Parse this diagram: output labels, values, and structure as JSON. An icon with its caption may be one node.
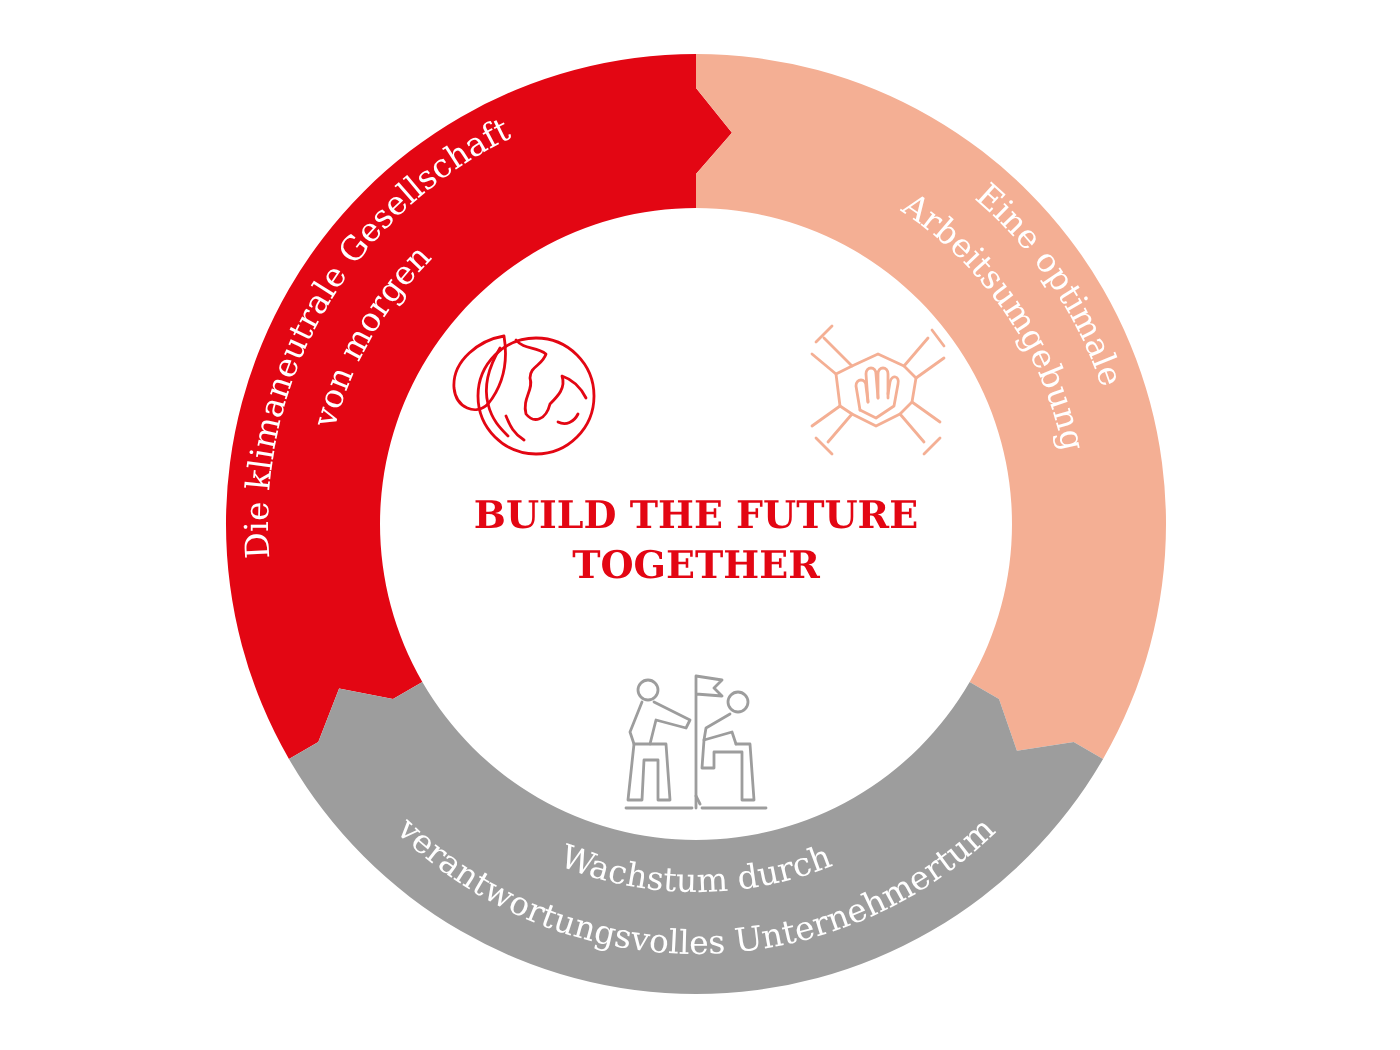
{
  "diagram": {
    "title": "BUILD THE FUTURE TOGETHER",
    "nodes": [
      {
        "text": [
          "Die klimaneutrale Gesellschaft von morgen"
        ]
      },
      {
        "text": [
          "Eine optimale Arbeitsumgebung"
        ]
      },
      {
        "text": [
          "Wachstum durch verantwortungsvolles Unternehmertum"
        ]
      }
    ]
  }
}
